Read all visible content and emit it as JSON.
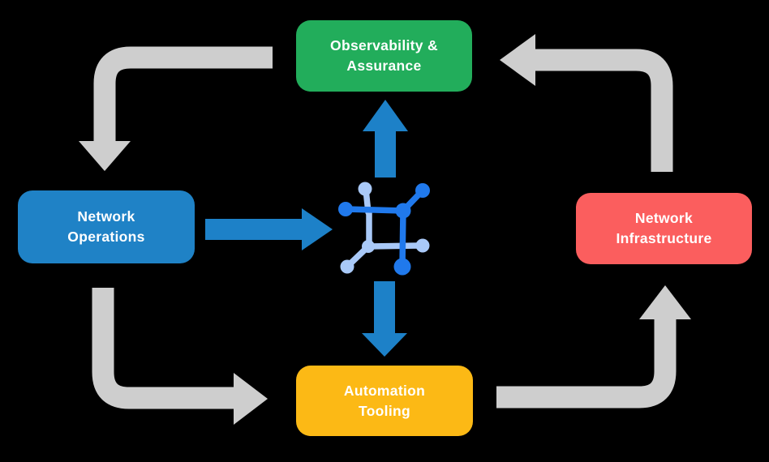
{
  "diagram": {
    "nodes": {
      "observability": {
        "line1": "Observability &",
        "line2": "Assurance",
        "color": "#22ad5b"
      },
      "operations": {
        "line1": "Network",
        "line2": "Operations",
        "color": "#1f82c6"
      },
      "infrastructure": {
        "line1": "Network",
        "line2": "Infrastructure",
        "color": "#fb5e5e"
      },
      "automation": {
        "line1": "Automation",
        "line2": "Tooling",
        "color": "#fcb915"
      }
    },
    "center_icon": "network-mesh-icon",
    "colors": {
      "background": "#000000",
      "cycle_arrow_gray": "#cecece",
      "flow_arrow_blue": "#1d81c8",
      "icon_dark_blue": "#2079ec",
      "icon_light_blue": "#a9c9f8",
      "node_text": "#ffffff"
    },
    "flows": [
      {
        "from": "Observability & Assurance",
        "to": "Network Operations",
        "style": "gray-cycle"
      },
      {
        "from": "Network Operations",
        "to": "Automation Tooling",
        "style": "gray-cycle"
      },
      {
        "from": "Automation Tooling",
        "to": "Network Infrastructure",
        "style": "gray-cycle"
      },
      {
        "from": "Network Infrastructure",
        "to": "Observability & Assurance",
        "style": "gray-cycle"
      },
      {
        "from": "Network Operations",
        "to": "network-mesh-icon",
        "style": "blue-flow"
      },
      {
        "from": "network-mesh-icon",
        "to": "Observability & Assurance",
        "style": "blue-flow"
      },
      {
        "from": "network-mesh-icon",
        "to": "Automation Tooling",
        "style": "blue-flow"
      }
    ]
  }
}
